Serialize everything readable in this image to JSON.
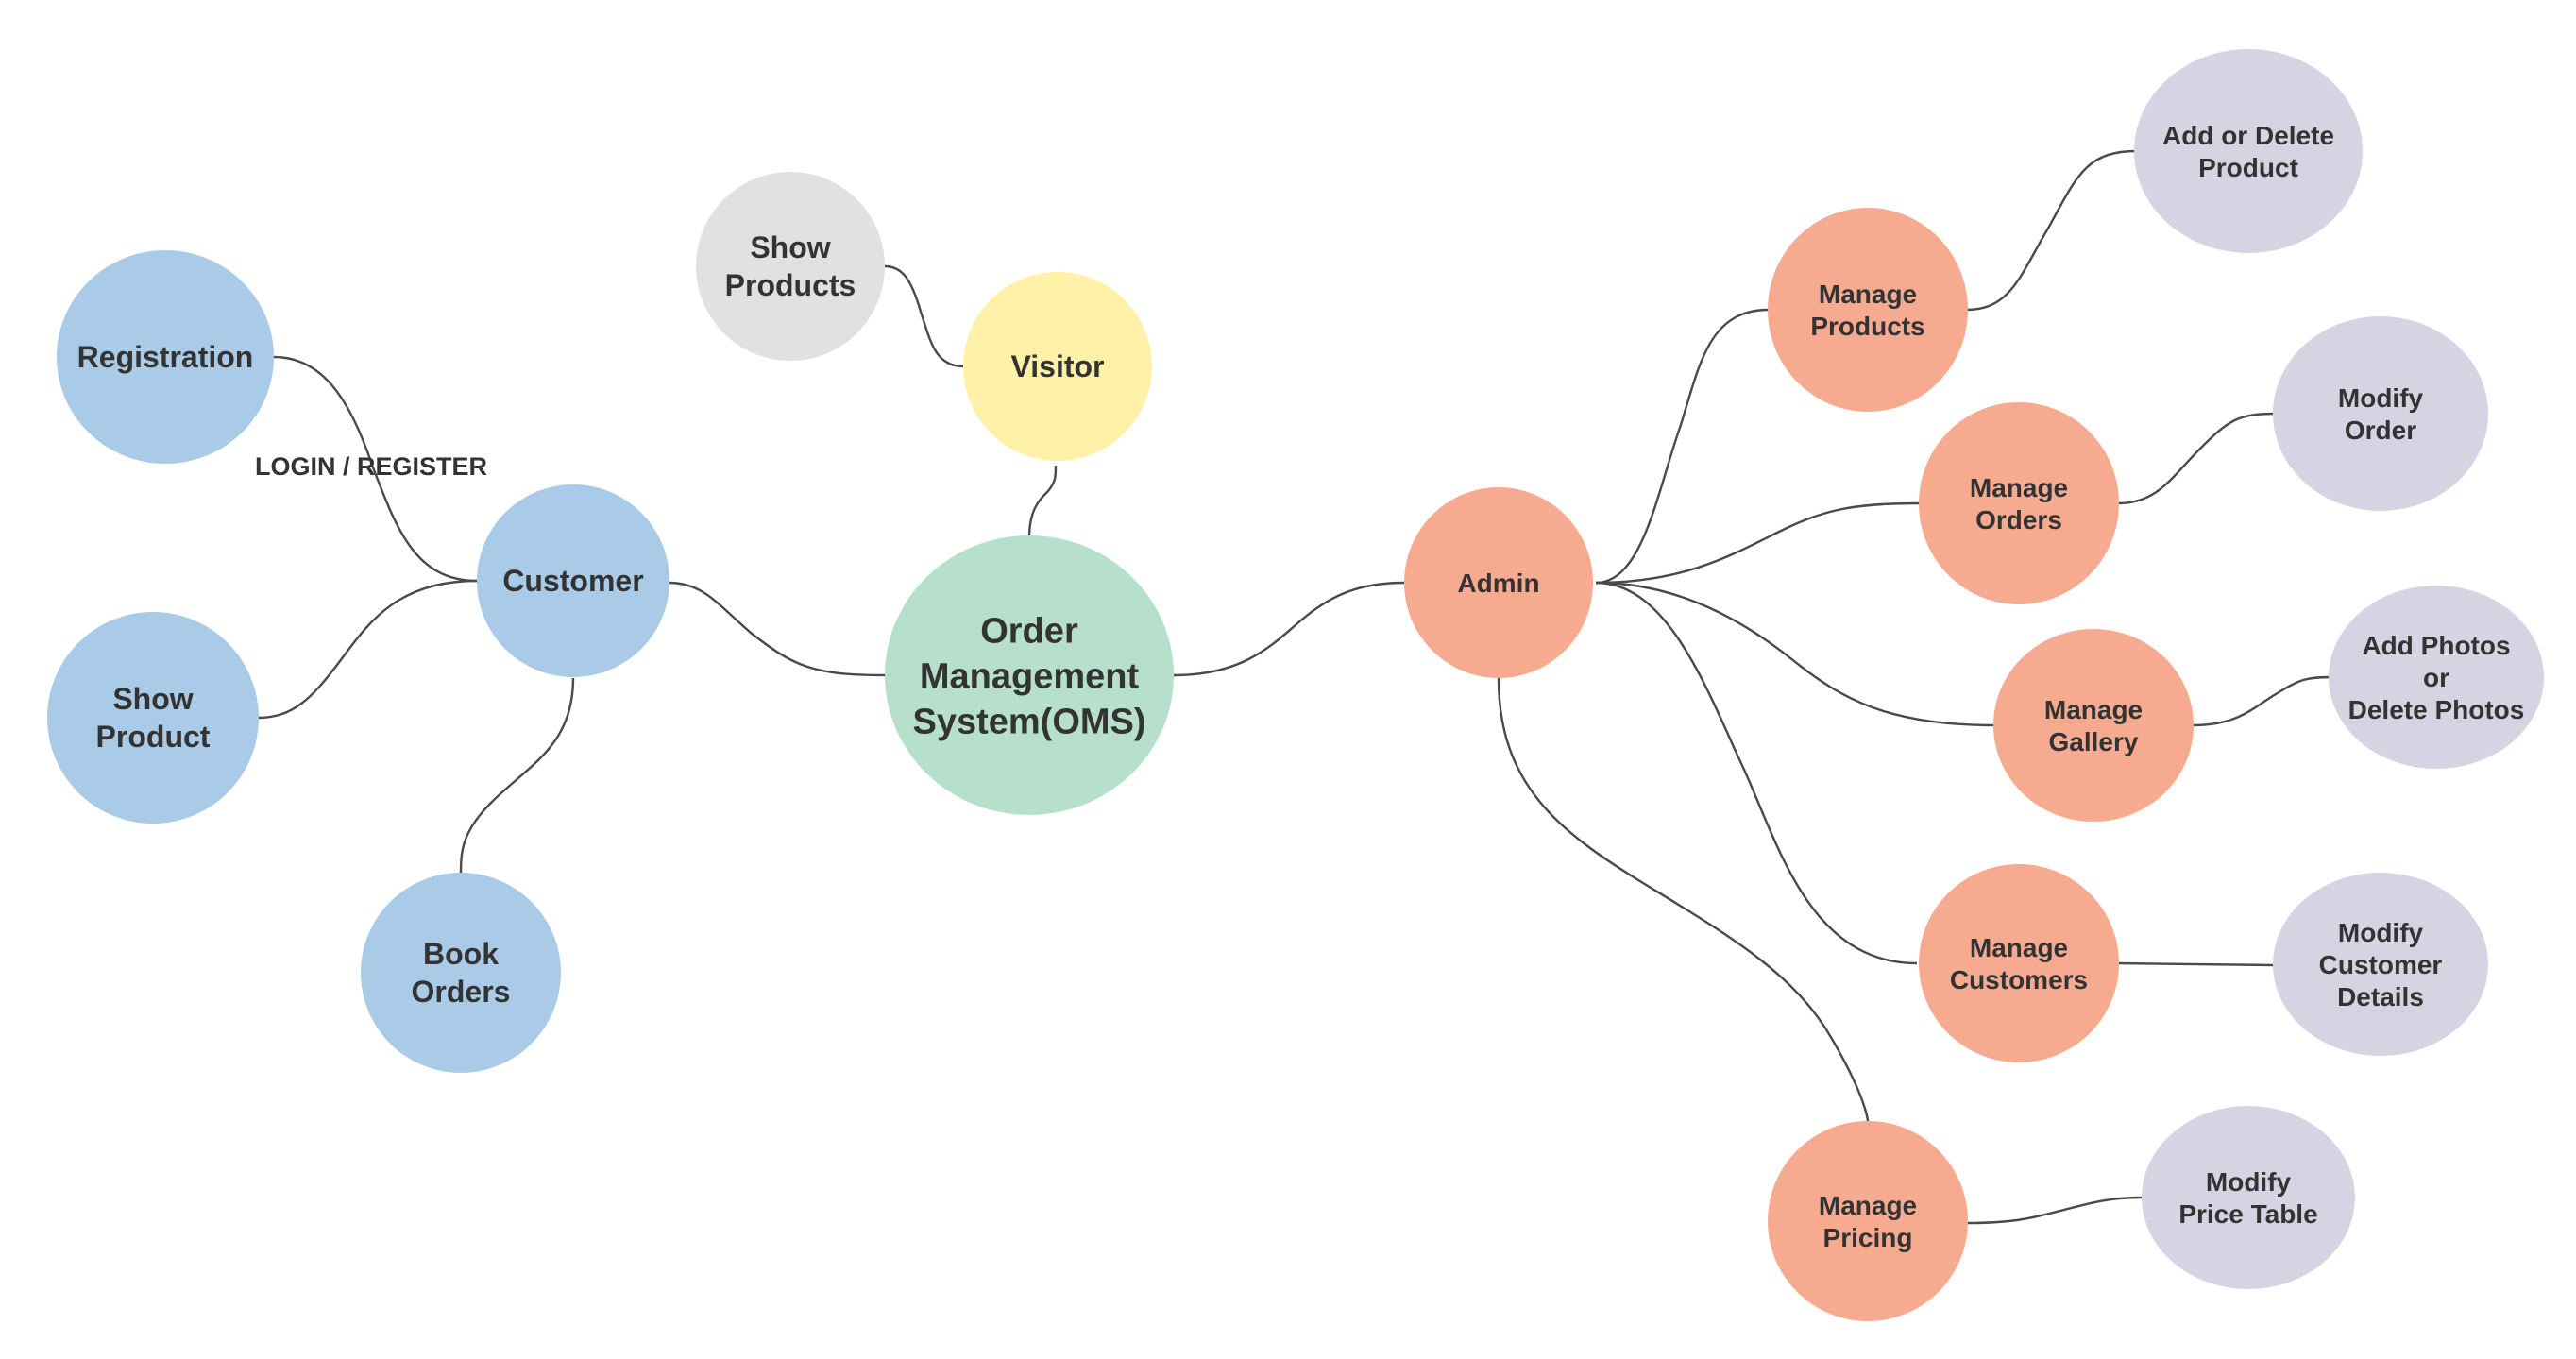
{
  "colors": {
    "customer": "#aacbe8",
    "center": "#b7e0cc",
    "visitor": "#fff1a8",
    "showProducts": "#e1e1e1",
    "admin": "#f6ab91",
    "task": "#d6d3e3",
    "edge": "#4a4a4a",
    "text": "#333333"
  },
  "diagram": {
    "center": {
      "label": [
        "Order",
        "Management",
        "System(OMS)"
      ]
    },
    "customer": {
      "label": [
        "Customer"
      ]
    },
    "registration": {
      "label": [
        "Registration"
      ]
    },
    "show_product": {
      "label": [
        "Show",
        "Product"
      ]
    },
    "book_orders": {
      "label": [
        "Book",
        "Orders"
      ]
    },
    "visitor": {
      "label": [
        "Visitor"
      ]
    },
    "show_products": {
      "label": [
        "Show",
        "Products"
      ]
    },
    "admin": {
      "label": [
        "Admin"
      ]
    },
    "manage_products": {
      "label": [
        "Manage",
        "Products"
      ]
    },
    "manage_orders": {
      "label": [
        "Manage",
        "Orders"
      ]
    },
    "manage_gallery": {
      "label": [
        "Manage",
        "Gallery"
      ]
    },
    "manage_customers": {
      "label": [
        "Manage",
        "Customers"
      ]
    },
    "manage_pricing": {
      "label": [
        "Manage",
        "Pricing"
      ]
    },
    "add_delete_product": {
      "label": [
        "Add or Delete",
        "Product"
      ]
    },
    "modify_order": {
      "label": [
        "Modify",
        "Order"
      ]
    },
    "add_delete_photos": {
      "label": [
        "Add Photos",
        "or",
        "Delete Photos"
      ]
    },
    "modify_customer": {
      "label": [
        "Modify",
        "Customer",
        "Details"
      ]
    },
    "modify_price": {
      "label": [
        "Modify",
        "Price Table"
      ]
    },
    "edge_labels": {
      "login_register": "LOGIN / REGISTER"
    }
  }
}
